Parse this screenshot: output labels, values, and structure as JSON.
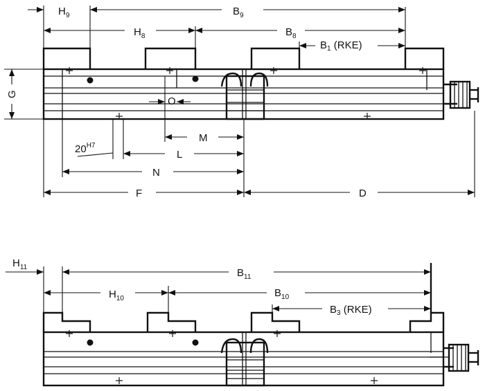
{
  "top_view": {
    "labels": {
      "h9": {
        "base": "H",
        "sub": "9"
      },
      "b9": {
        "base": "B",
        "sub": "9"
      },
      "h8": {
        "base": "H",
        "sub": "8"
      },
      "b8": {
        "base": "B",
        "sub": "8"
      },
      "b1": {
        "base": "B",
        "sub": "1",
        "suffix": " (RKE)"
      },
      "g": {
        "base": "G"
      },
      "o": {
        "base": "O"
      },
      "m": {
        "base": "M"
      },
      "l": {
        "base": "L"
      },
      "bore": {
        "base": "20",
        "sup": "H7"
      },
      "n": {
        "base": "N"
      },
      "f": {
        "base": "F"
      },
      "d": {
        "base": "D"
      }
    }
  },
  "bottom_view": {
    "labels": {
      "h11": {
        "base": "H",
        "sub": "11"
      },
      "b11": {
        "base": "B",
        "sub": "11"
      },
      "h10": {
        "base": "H",
        "sub": "10"
      },
      "b10": {
        "base": "B",
        "sub": "10"
      },
      "b3": {
        "base": "B",
        "sub": "3",
        "suffix": " (RKE)"
      }
    }
  }
}
